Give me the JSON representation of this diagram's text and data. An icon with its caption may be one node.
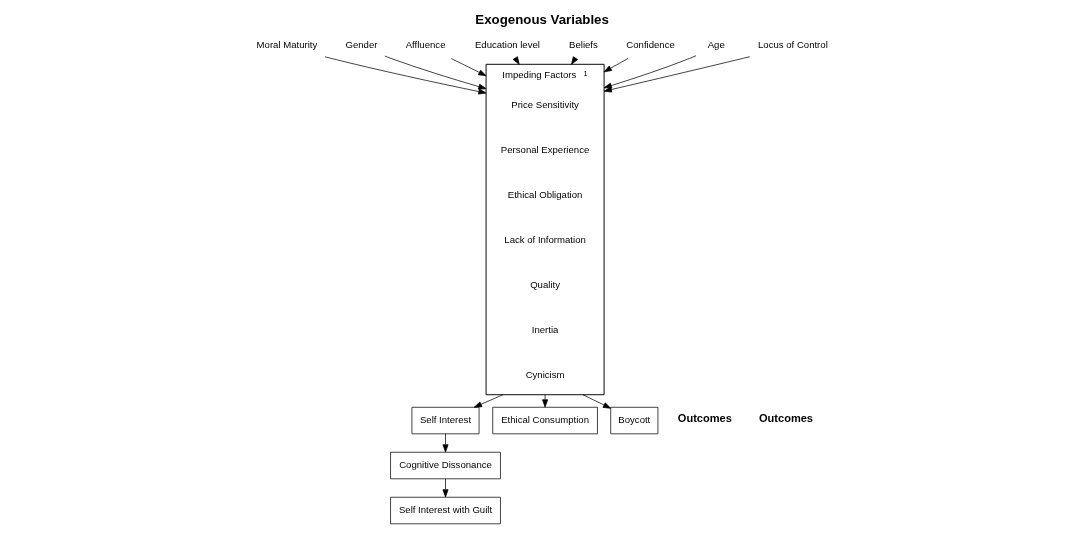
{
  "diagram": {
    "title": "Exogenous Variables",
    "nodes": [
      {
        "text": [
          "Moral Maturity"
        ]
      },
      {
        "text": [
          "Gender"
        ]
      },
      {
        "text": [
          "Affluence"
        ]
      },
      {
        "text": [
          "Education level"
        ]
      },
      {
        "text": [
          "Beliefs"
        ]
      },
      {
        "text": [
          "Confidence"
        ]
      },
      {
        "text": [
          "Age"
        ]
      },
      {
        "text": [
          "Locus of Control"
        ]
      },
      {
        "text": [
          "Impeding Factors"
        ],
        "beside": [
          "1"
        ]
      },
      {
        "text": [
          "Price Sensitivity"
        ],
        "in": 8
      },
      {
        "text": [
          "Personal Experience"
        ],
        "in": 8
      },
      {
        "text": [
          "Ethical Obligation"
        ],
        "in": 8
      },
      {
        "text": [
          "Lack of Information"
        ],
        "in": 8
      },
      {
        "text": [
          "Quality"
        ],
        "in": 8
      },
      {
        "text": [
          "Inertia"
        ],
        "in": 8
      },
      {
        "text": [
          "Cynicism"
        ],
        "in": 8
      },
      {
        "text": [
          "Self Interest"
        ]
      },
      {
        "text": [
          "Cognitive Dissonance"
        ]
      },
      {
        "text": [
          "Self Interest with Guilt"
        ]
      },
      {
        "text": [
          "Ethical Consumption"
        ]
      },
      {
        "text": [
          "Boycott"
        ]
      }
    ],
    "edges": [
      {
        "from": 0,
        "to": 8,
        "arrow": "to"
      },
      {
        "from": 1,
        "to": 8,
        "arrow": "to"
      },
      {
        "from": 2,
        "to": 8,
        "arrow": "to"
      },
      {
        "from": 3,
        "to": 8,
        "arrow": "to"
      },
      {
        "from": 4,
        "to": 8,
        "arrow": "to"
      },
      {
        "from": 5,
        "to": 8,
        "arrow": "to"
      },
      {
        "from": 6,
        "to": 8,
        "arrow": "to"
      },
      {
        "from": 7,
        "to": 8,
        "arrow": "to"
      },
      {
        "from": 8,
        "to": 16,
        "arrow": "to"
      },
      {
        "from": 8,
        "to": 19,
        "arrow": "to"
      },
      {
        "from": 8,
        "to": 20,
        "arrow": "to"
      },
      {
        "from": 16,
        "to": 17,
        "arrow": "to"
      },
      {
        "from": 17,
        "to": 18,
        "arrow": "to"
      }
    ],
    "labels": [
      "Outcomes",
      "Outcomes"
    ]
  }
}
